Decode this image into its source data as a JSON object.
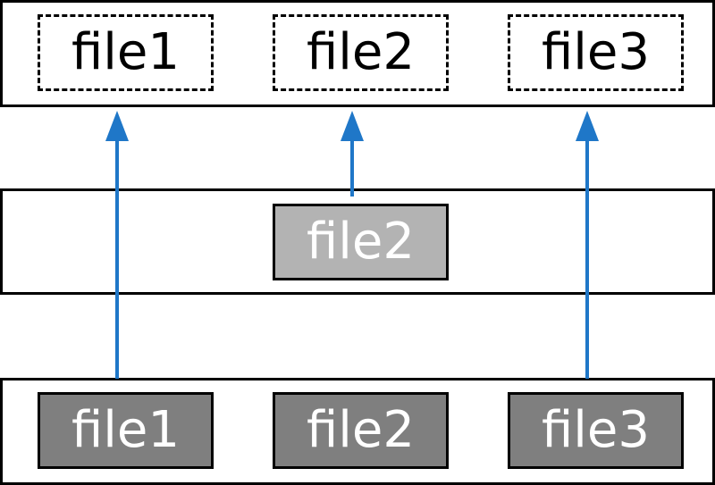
{
  "colors": {
    "arrow": "#1f77c8",
    "border": "#000000",
    "file_dark_fill": "#7f7f7f",
    "file_light_fill": "#b3b3b3"
  },
  "top_layer": {
    "files": [
      "file1",
      "file2",
      "file3"
    ]
  },
  "middle_layer": {
    "files": [
      "file2"
    ]
  },
  "bottom_layer": {
    "files": [
      "file1",
      "file2",
      "file3"
    ]
  }
}
